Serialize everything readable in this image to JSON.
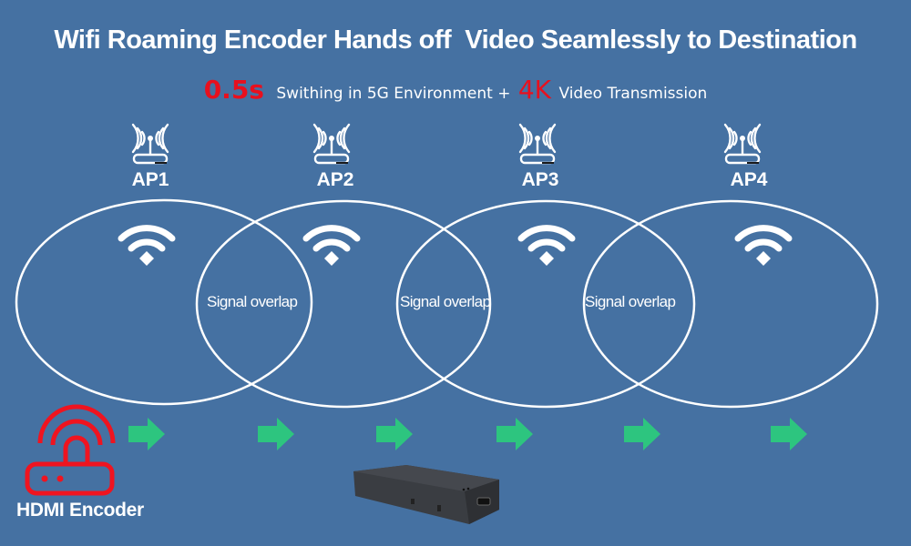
{
  "title": "Wifi Roaming Encoder Hands off  Video Seamlessly to Destination",
  "subtitle": {
    "highlight1": "0.5s",
    "text1": "Swithing in 5G Environment +",
    "highlight2": "4K",
    "text2": "Video Transmission"
  },
  "access_points": [
    {
      "label": "AP1",
      "icon": "router-icon"
    },
    {
      "label": "AP2",
      "icon": "router-icon"
    },
    {
      "label": "AP3",
      "icon": "router-icon"
    },
    {
      "label": "AP4",
      "icon": "router-icon"
    }
  ],
  "overlaps": [
    {
      "label": "Signal overlap"
    },
    {
      "label": "Signal overlap"
    },
    {
      "label": "Signal overlap"
    }
  ],
  "encoder": {
    "label": "HDMI Encoder",
    "icon": "red-router-icon"
  },
  "arrows_count": 6,
  "colors": {
    "background": "#4571a2",
    "accent_red": "#e8101e",
    "arrow_green": "#2dc57f",
    "text": "#ffffff"
  }
}
